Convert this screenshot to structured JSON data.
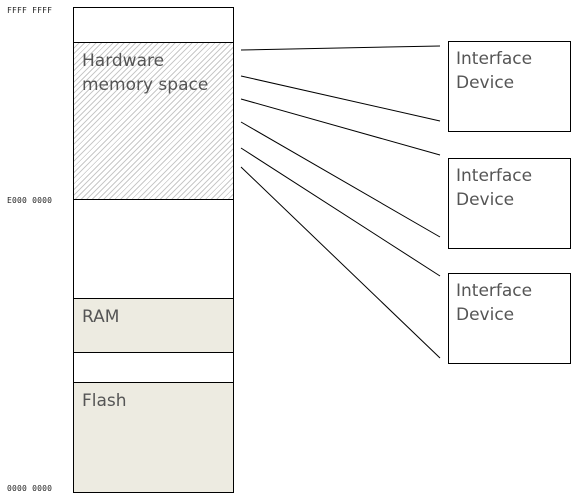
{
  "addresses": {
    "top": "FFFF FFFF",
    "mid": "E000 0000",
    "bottom": "0000 0000"
  },
  "segments": {
    "hardware_label": "Hardware memory space",
    "ram_label": "RAM",
    "flash_label": "Flash"
  },
  "devices": [
    {
      "label": "Interface Device"
    },
    {
      "label": "Interface Device"
    },
    {
      "label": "Interface Device"
    }
  ],
  "colors": {
    "tan_fill": "#edebe1",
    "hatch": "#c9c9c9",
    "label_text": "#555555",
    "stroke": "#000000"
  }
}
